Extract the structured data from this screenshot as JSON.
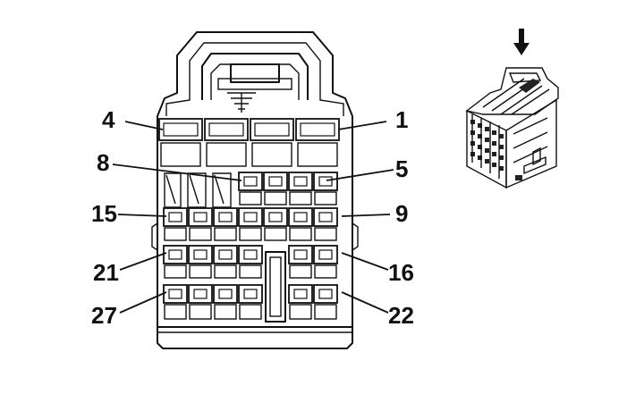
{
  "diagram": {
    "pin_labels": {
      "p4": "4",
      "p1": "1",
      "p8": "8",
      "p5": "5",
      "p15": "15",
      "p9": "9",
      "p21": "21",
      "p16": "16",
      "p27": "27",
      "p22": "22"
    },
    "view_arrow_icon": "down-arrow-icon",
    "colors": {
      "line": "#111111",
      "background": "#ffffff"
    }
  }
}
